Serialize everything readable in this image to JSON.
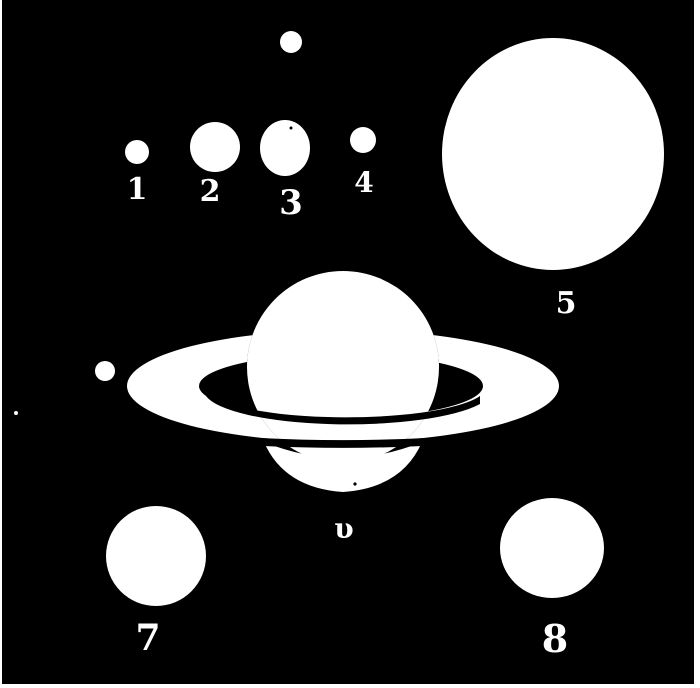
{
  "figure": {
    "labels": {
      "p1": "1",
      "p2": "2",
      "p3": "3",
      "p4": "4",
      "p5": "5",
      "p6": "υ",
      "p7": "7",
      "p8": "8"
    }
  },
  "colors": {
    "background": "#000000",
    "planet": "#ffffff"
  }
}
